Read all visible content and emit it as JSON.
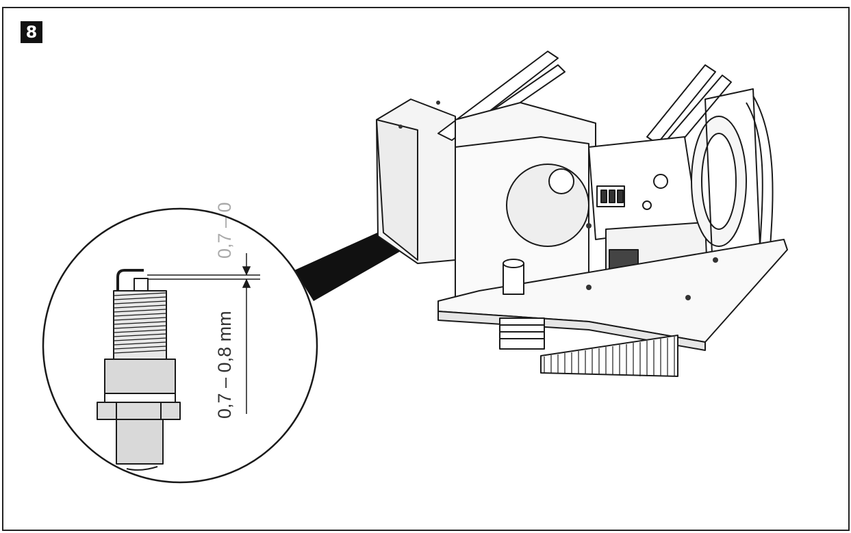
{
  "figure": {
    "step_number": "8",
    "gap_label": "0,7 – 0,8 mm",
    "gap_label_echo": "0,7 – 0"
  },
  "colors": {
    "line": "#1a1a1a",
    "frame": "#222222",
    "shade": "#d9d9d9",
    "paper": "#ffffff"
  }
}
